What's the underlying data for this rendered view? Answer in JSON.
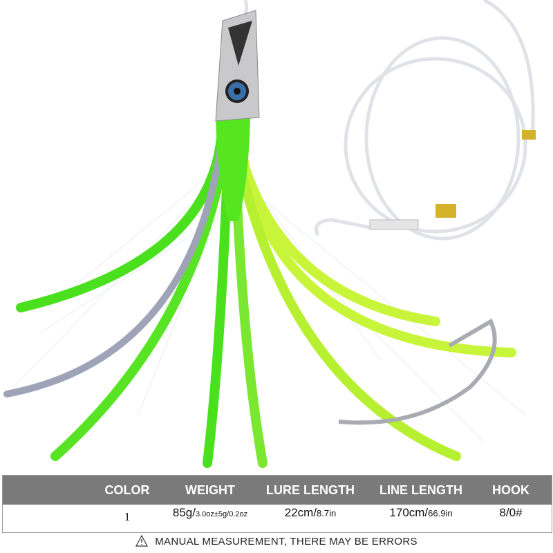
{
  "table": {
    "headers": [
      "COLOR",
      "WEIGHT",
      "LURE LENGTH",
      "LINE LENGTH",
      "HOOK"
    ],
    "row": {
      "color": "1",
      "weight_main": "85g/",
      "weight_sub": "3.0oz±5g/0.2oz",
      "lure_main": "22cm/",
      "lure_sub": "8.7in",
      "line_main": "170cm/",
      "line_sub": "66.9in",
      "hook": "8/0#"
    }
  },
  "note": "MANUAL MEASUREMENT, THERE MAY BE ERRORS",
  "colors": {
    "header_bg": "#7a7a7a",
    "skirt_green": "#4be01e",
    "skirt_yellow": "#c8f53a",
    "chrome": "#c9c9cc"
  }
}
